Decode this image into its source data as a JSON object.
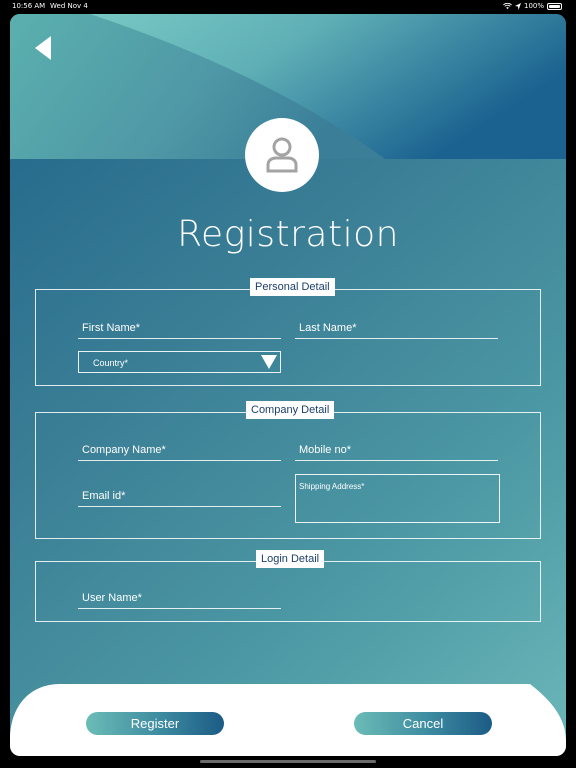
{
  "status_bar": {
    "time": "10:56 AM",
    "date": "Wed Nov 4",
    "battery": "100%"
  },
  "page": {
    "title": "Registration"
  },
  "sections": {
    "personal": {
      "legend": "Personal Detail",
      "first_name_placeholder": "First Name*",
      "last_name_placeholder": "Last Name*",
      "country_label": "Country*"
    },
    "company": {
      "legend": "Company Detail",
      "company_name_placeholder": "Company Name*",
      "mobile_placeholder": "Mobile no*",
      "email_placeholder": "Email id*",
      "shipping_placeholder": "Shipping Address*"
    },
    "login": {
      "legend": "Login Detail",
      "user_name_placeholder": "User Name*"
    }
  },
  "buttons": {
    "register": "Register",
    "cancel": "Cancel"
  },
  "colors": {
    "legend_text": "#1b3f6b",
    "panel_dark": "#1f6489",
    "panel_light": "#6bb7b9",
    "button_dark": "#1c5b85",
    "button_light": "#6bbcb7"
  },
  "icons": {
    "back": "back-arrow-icon",
    "avatar": "user-icon",
    "dropdown": "dropdown-caret-icon",
    "wifi": "wifi-icon",
    "location": "location-icon",
    "battery": "battery-icon"
  }
}
